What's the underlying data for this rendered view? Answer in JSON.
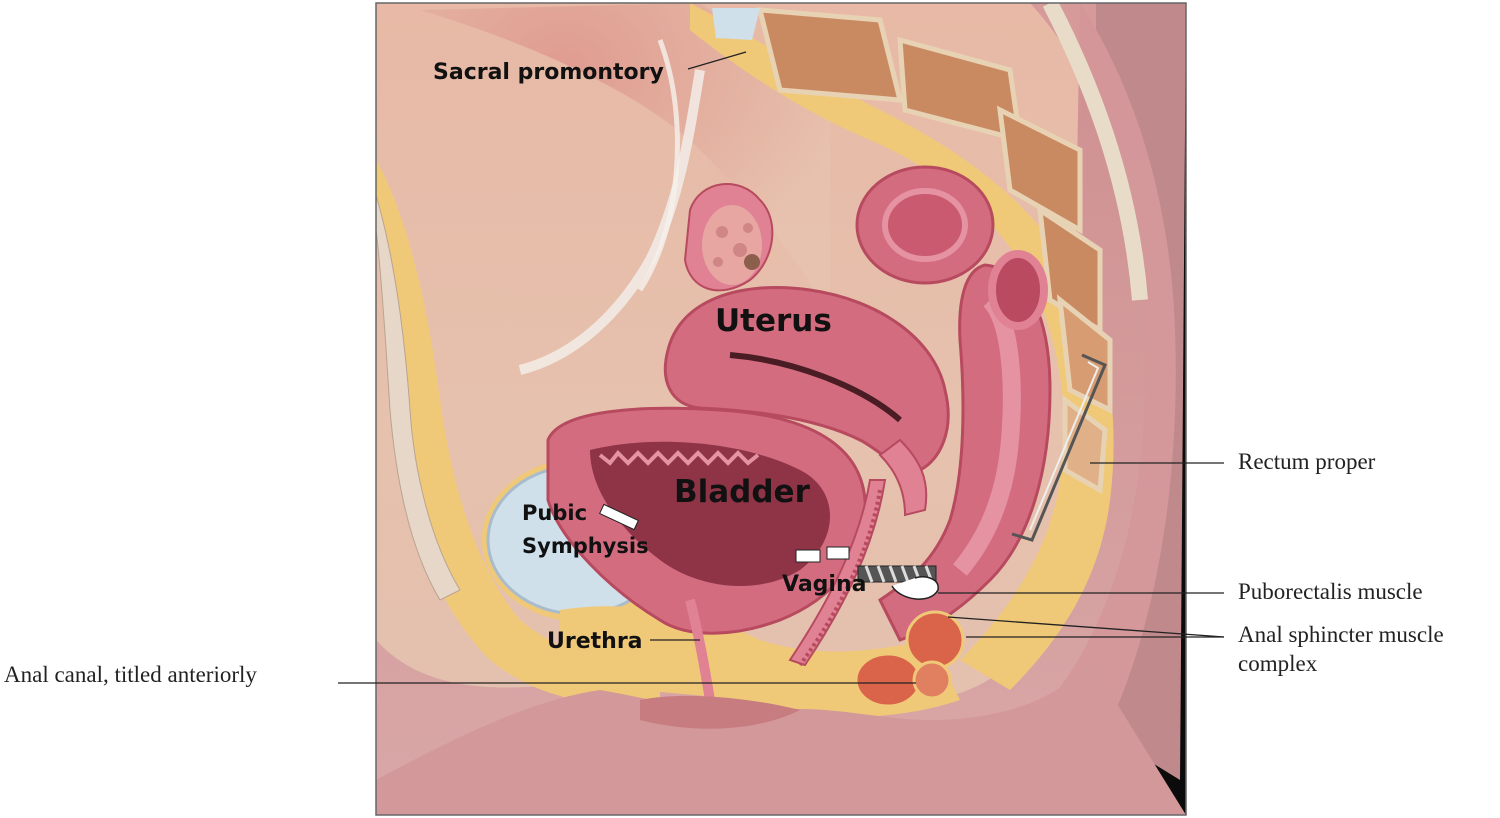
{
  "labels": {
    "sacral_promontory": "Sacral promontory",
    "uterus": "Uterus",
    "bladder": "Bladder",
    "pubic": "Pubic",
    "symphysis": "Symphysis",
    "vagina": "Vagina",
    "urethra": "Urethra",
    "rectum_proper": "Rectum proper",
    "puborectalis": "Puborectalis muscle",
    "anal_sphincter_line1": "Anal sphincter muscle",
    "anal_sphincter_line2": "complex",
    "anal_canal": "Anal canal, titled anteriorly"
  },
  "colors": {
    "background": "#ffffff",
    "panel_bg": "#e9c2b2",
    "skin": "#d7a09c",
    "fat": "#f0c978",
    "muscle": "#c9566a",
    "muscle_light": "#e08294",
    "bone": "#cfe0ea",
    "vertebra": "#c98a62"
  }
}
